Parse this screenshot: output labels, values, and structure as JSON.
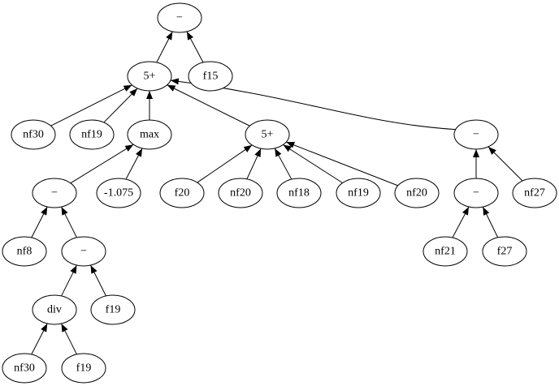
{
  "nodes": [
    {
      "id": "n1",
      "label": "−"
    },
    {
      "id": "n2",
      "label": "5+"
    },
    {
      "id": "n3",
      "label": "f15"
    },
    {
      "id": "n4",
      "label": "nf30"
    },
    {
      "id": "n5",
      "label": "nf19"
    },
    {
      "id": "n6",
      "label": "max"
    },
    {
      "id": "n7",
      "label": "5+"
    },
    {
      "id": "n8",
      "label": "−"
    },
    {
      "id": "n9",
      "label": "−"
    },
    {
      "id": "n10",
      "label": "-1.075"
    },
    {
      "id": "n11",
      "label": "f20"
    },
    {
      "id": "n12",
      "label": "nf20"
    },
    {
      "id": "n13",
      "label": "nf18"
    },
    {
      "id": "n14",
      "label": "nf19"
    },
    {
      "id": "n15",
      "label": "nf20"
    },
    {
      "id": "n16",
      "label": "−"
    },
    {
      "id": "n17",
      "label": "nf27"
    },
    {
      "id": "n18",
      "label": "nf8"
    },
    {
      "id": "n19",
      "label": "−"
    },
    {
      "id": "n20",
      "label": "nf21"
    },
    {
      "id": "n21",
      "label": "f27"
    },
    {
      "id": "n22",
      "label": "div"
    },
    {
      "id": "n23",
      "label": "f19"
    },
    {
      "id": "n24",
      "label": "nf30"
    },
    {
      "id": "n25",
      "label": "f19"
    }
  ],
  "edges": [
    {
      "from": "n2",
      "to": "n1"
    },
    {
      "from": "n3",
      "to": "n1"
    },
    {
      "from": "n4",
      "to": "n2"
    },
    {
      "from": "n5",
      "to": "n2"
    },
    {
      "from": "n6",
      "to": "n2"
    },
    {
      "from": "n7",
      "to": "n2"
    },
    {
      "from": "n8",
      "to": "n2"
    },
    {
      "from": "n9",
      "to": "n6"
    },
    {
      "from": "n10",
      "to": "n6"
    },
    {
      "from": "n11",
      "to": "n7"
    },
    {
      "from": "n12",
      "to": "n7"
    },
    {
      "from": "n13",
      "to": "n7"
    },
    {
      "from": "n14",
      "to": "n7"
    },
    {
      "from": "n15",
      "to": "n7"
    },
    {
      "from": "n16",
      "to": "n8"
    },
    {
      "from": "n17",
      "to": "n8"
    },
    {
      "from": "n18",
      "to": "n9"
    },
    {
      "from": "n19",
      "to": "n9"
    },
    {
      "from": "n20",
      "to": "n16"
    },
    {
      "from": "n21",
      "to": "n16"
    },
    {
      "from": "n22",
      "to": "n19"
    },
    {
      "from": "n23",
      "to": "n19"
    },
    {
      "from": "n24",
      "to": "n22"
    },
    {
      "from": "n25",
      "to": "n22"
    }
  ]
}
